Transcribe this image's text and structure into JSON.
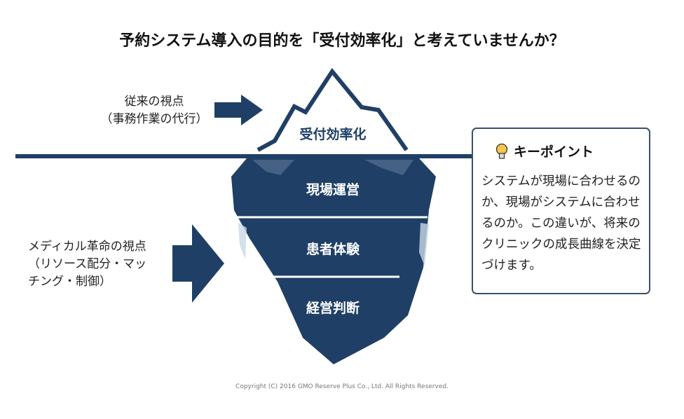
{
  "title": "予約システム導入の目的を「受付効率化」と考えていませんか？",
  "left": {
    "old_view": [
      "従来の視点",
      "（事務作業の代行）"
    ],
    "new_view": [
      "メディカル革命の視点",
      "（リソース配分・マッ",
      "チング・制御）"
    ]
  },
  "iceberg": {
    "tip": "受付効率化",
    "layers": [
      "現場運営",
      "患者体験",
      "経営判断"
    ]
  },
  "keypoint": {
    "title": "キーポイント",
    "icon": "lightbulb-icon",
    "text": "システムが現場に合わせるのか、現場がシステムに合わせるのか。この違いが、将来のクリニックの成長曲線を決定づけます。"
  },
  "copyright": "Copyright (C) 2016 GMO Reserve Plus Co., Ltd. All Rights Reserved.",
  "colors": {
    "navy": "#1f3f66",
    "ice": "#c9d8e6"
  }
}
